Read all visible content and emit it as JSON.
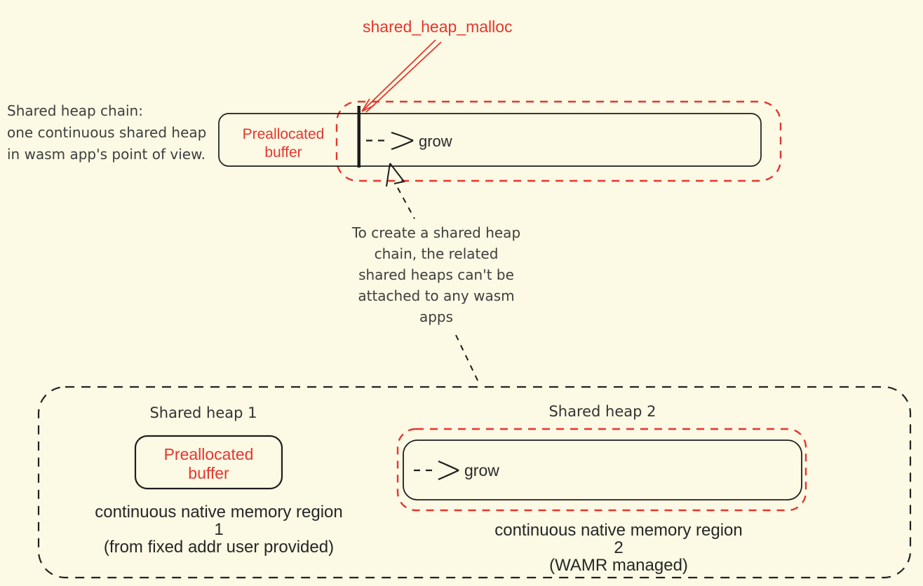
{
  "colors": {
    "background": "#FCF9E4",
    "accent_red": "#E5362F",
    "ink": "#1D1D1D",
    "note_text": "#3E3E3E",
    "caption_text": "#262626"
  },
  "top": {
    "malloc_label": "shared_heap_malloc",
    "note_left": "Shared heap chain:\none continuous shared heap\nin wasm app's point of view.",
    "preallocated_label": "Preallocated\nbuffer",
    "grow_label": "grow"
  },
  "middle": {
    "note": "To create a shared heap\nchain, the related\nshared heaps can't be\nattached to any wasm\napps"
  },
  "bottom": {
    "heap1": {
      "title": "Shared heap 1",
      "preallocated_label": "Preallocated\nbuffer",
      "caption": "continuous native memory region 1\n(from fixed addr user provided)"
    },
    "heap2": {
      "title": "Shared heap 2",
      "grow_label": "grow",
      "caption": "continuous native memory region 2\n(WAMR managed)"
    }
  }
}
